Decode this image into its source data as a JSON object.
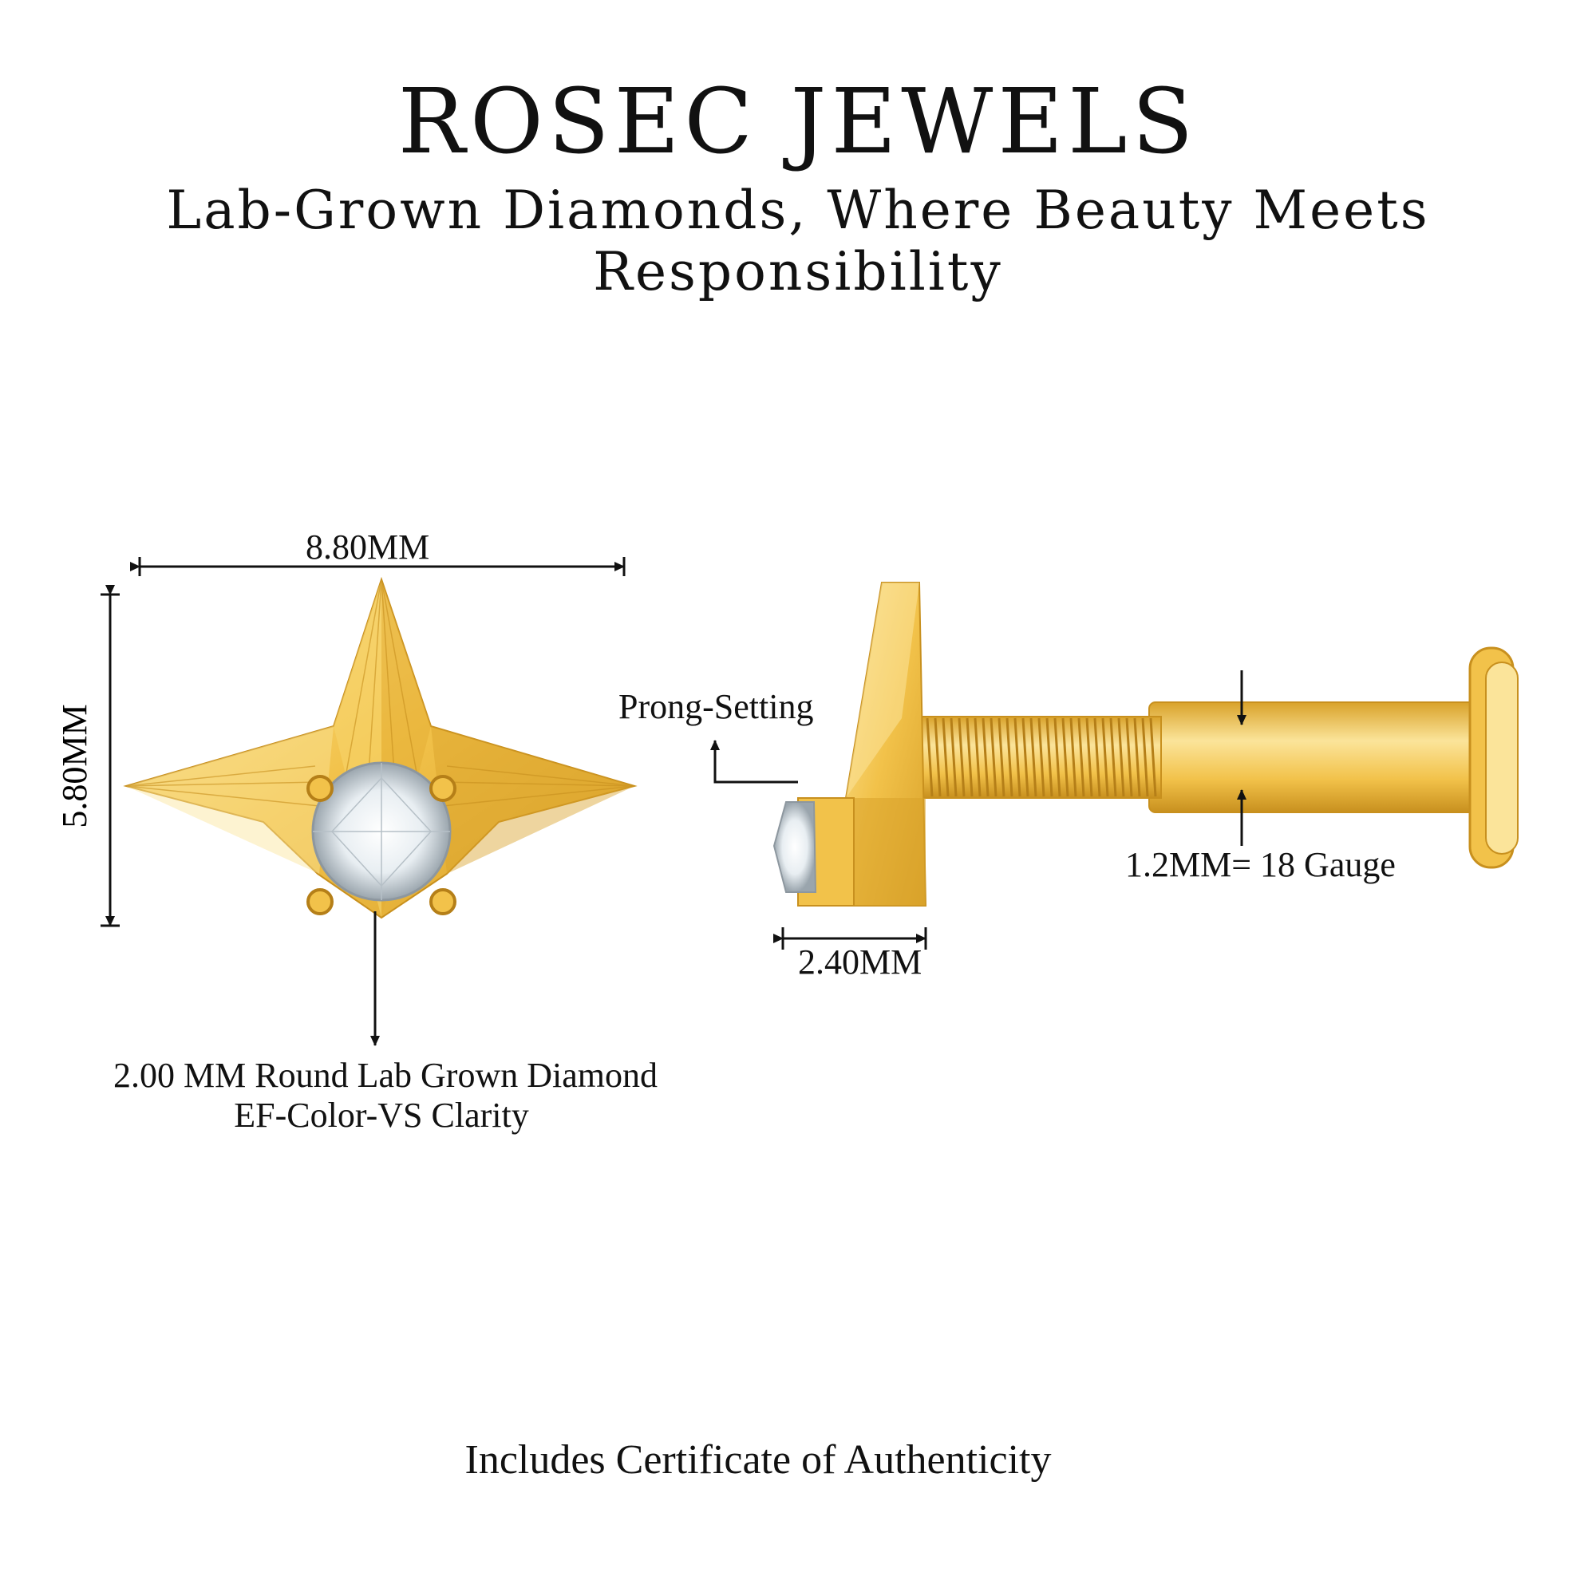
{
  "header": {
    "brand": "ROSEC JEWELS",
    "tagline": "Lab-Grown Diamonds, Where Beauty Meets Responsibility"
  },
  "front_view": {
    "width_label": "8.80MM",
    "height_label": "5.80MM",
    "stone_line1": "2.00 MM Round Lab Grown Diamond",
    "stone_line2": "EF-Color-VS Clarity"
  },
  "side_view": {
    "setting_label": "Prong-Setting",
    "depth_label": "2.40MM",
    "gauge_label": "1.2MM= 18 Gauge"
  },
  "footer": {
    "certificate": "Includes Certificate of Authenticity"
  },
  "colors": {
    "gold": "#f2c24a",
    "gold_dark": "#d9a22a",
    "gold_light": "#fbe49a",
    "ink": "#111111"
  }
}
